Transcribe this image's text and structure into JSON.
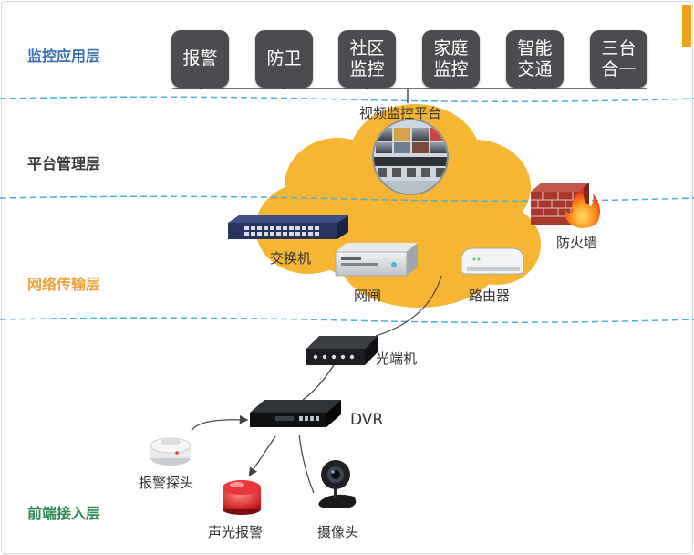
{
  "layers": [
    {
      "label": "监控应用层",
      "color": "#3a6fb6"
    },
    {
      "label": "平台管理层",
      "color": "#3a3a3a"
    },
    {
      "label": "网络传输层",
      "color": "#eea23c"
    },
    {
      "label": "前端接入层",
      "color": "#2e8a56"
    }
  ],
  "apps": [
    {
      "label": "报警"
    },
    {
      "label": "防卫"
    },
    {
      "label": "社区监控"
    },
    {
      "label": "家庭监控"
    },
    {
      "label": "智能交通"
    },
    {
      "label": "三台合一"
    }
  ],
  "devices": {
    "platform": "视频监控平台",
    "switch": "交换机",
    "gateway": "网闸",
    "router": "路由器",
    "firewall": "防火墙",
    "optical": "光端机",
    "dvr": "DVR",
    "smoke": "报警探头",
    "siren": "声光报警",
    "camera": "摄像头"
  },
  "colors": {
    "cloud": "#f7b534",
    "divider": "#4ab1d6",
    "app_box": "#4a4c4f",
    "accent": "#f0a21d"
  }
}
